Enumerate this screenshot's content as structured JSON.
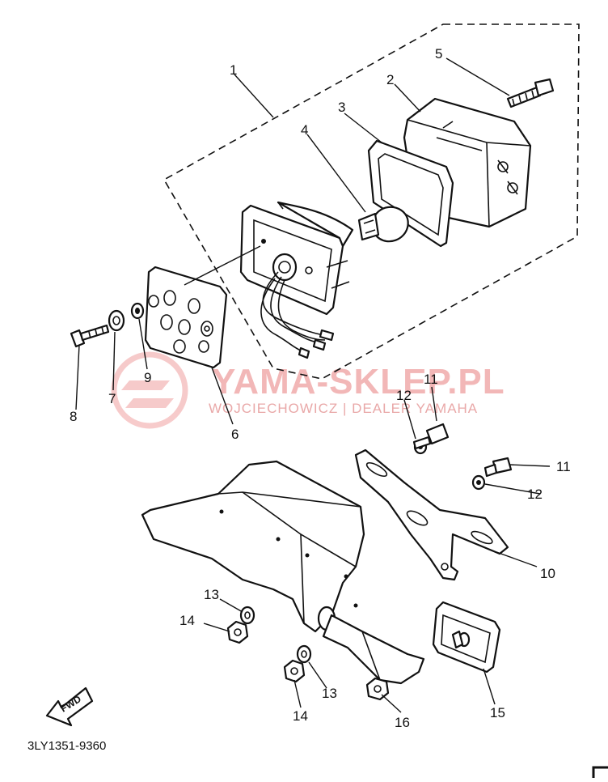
{
  "diagram": {
    "part_code": "3LY1351-9360",
    "fwd_label": "FWD",
    "watermark": {
      "title": "YAMA-SKLEP.PL",
      "subtitle": "WOJCIECHOWICZ | DEALER YAMAHA"
    },
    "callouts": [
      {
        "id": "c1",
        "label": "1"
      },
      {
        "id": "c2",
        "label": "2"
      },
      {
        "id": "c3",
        "label": "3"
      },
      {
        "id": "c4",
        "label": "4"
      },
      {
        "id": "c5",
        "label": "5"
      },
      {
        "id": "c6",
        "label": "6"
      },
      {
        "id": "c7",
        "label": "7"
      },
      {
        "id": "c8",
        "label": "8"
      },
      {
        "id": "c9",
        "label": "9"
      },
      {
        "id": "c10",
        "label": "10"
      },
      {
        "id": "c11a",
        "label": "11"
      },
      {
        "id": "c11b",
        "label": "11"
      },
      {
        "id": "c12a",
        "label": "12"
      },
      {
        "id": "c12b",
        "label": "12"
      },
      {
        "id": "c13a",
        "label": "13"
      },
      {
        "id": "c13b",
        "label": "13"
      },
      {
        "id": "c14a",
        "label": "14"
      },
      {
        "id": "c14b",
        "label": "14"
      },
      {
        "id": "c15",
        "label": "15"
      },
      {
        "id": "c16",
        "label": "16"
      }
    ]
  }
}
